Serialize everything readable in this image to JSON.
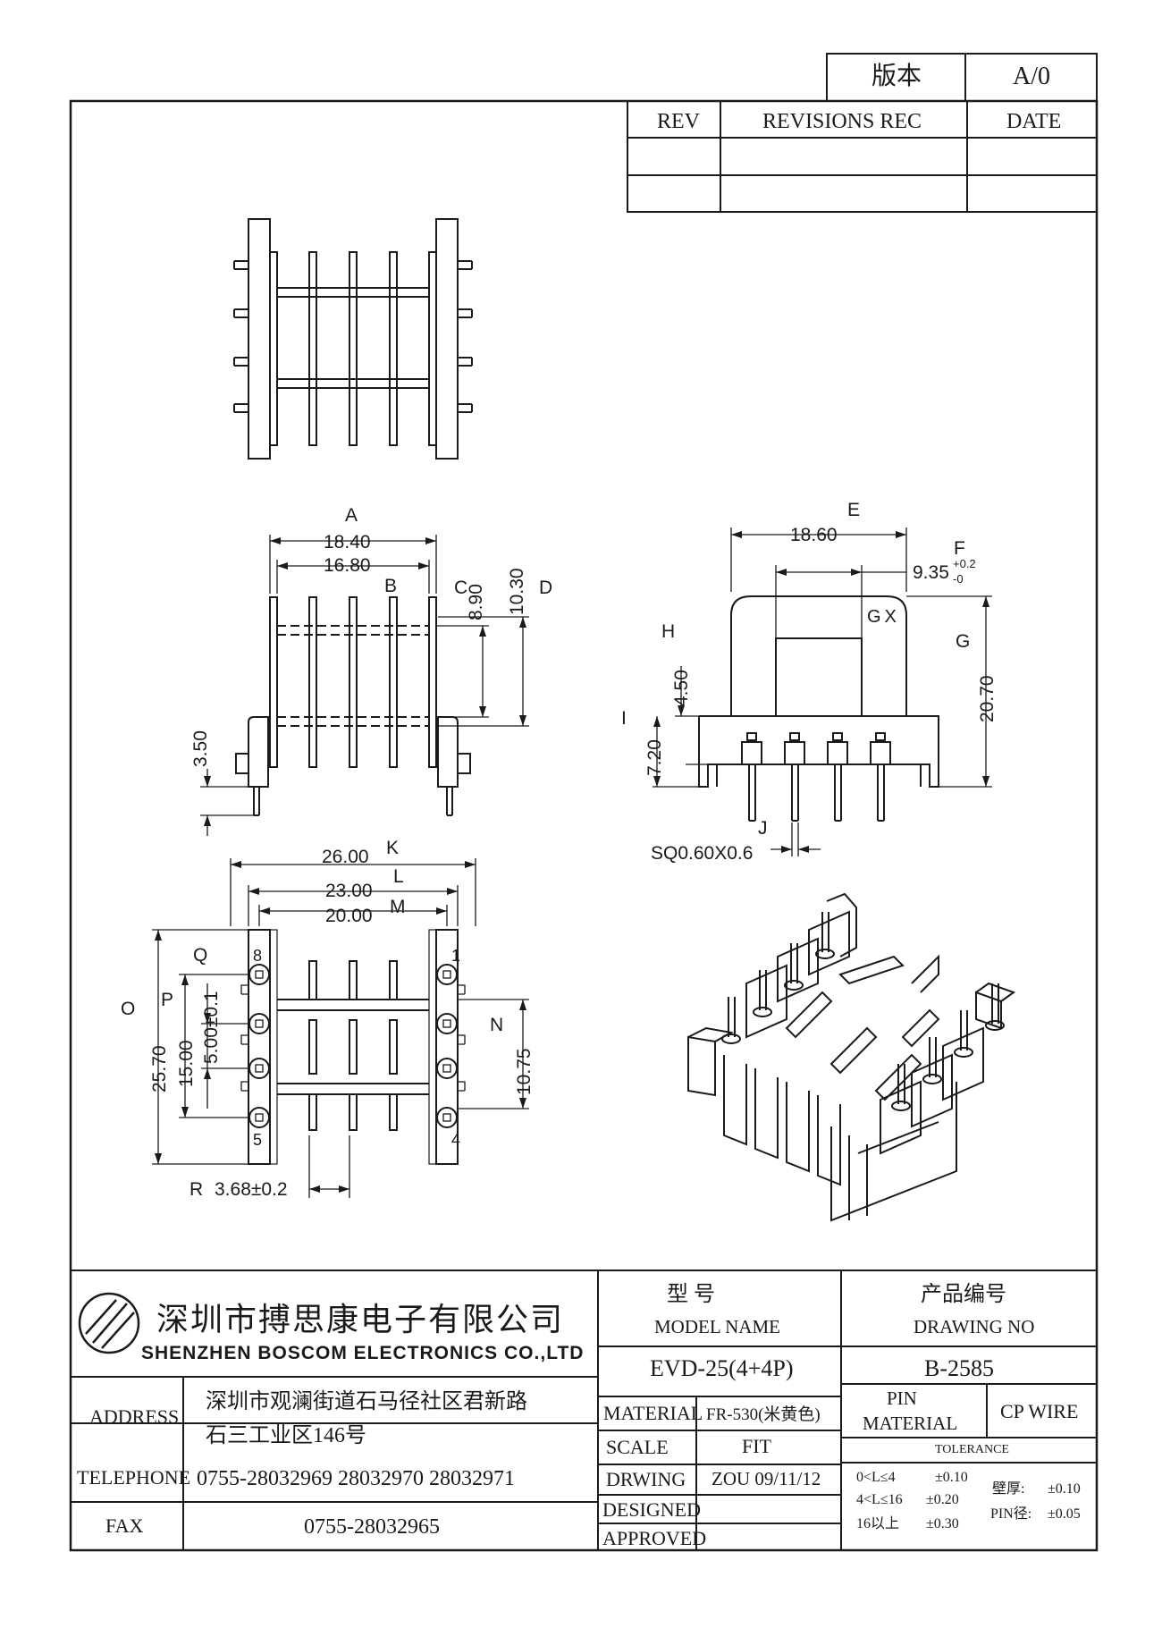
{
  "version_box": {
    "label": "版本",
    "value": "A/0"
  },
  "revision_table": {
    "rev_header": "REV",
    "revisions_header": "REVISIONS REC",
    "date_header": "DATE"
  },
  "callouts": {
    "A": "A",
    "B": "B",
    "C": "C",
    "D": "D",
    "E": "E",
    "F": "F",
    "G": "G",
    "H": "H",
    "I": "I",
    "J": "J",
    "K": "K",
    "L": "L",
    "M": "M",
    "N": "N",
    "O": "O",
    "P": "P",
    "Q": "Q",
    "R": "R"
  },
  "dimensions": {
    "A": "18.40",
    "B": "16.80",
    "C": "8.90",
    "D": "10.30",
    "side_pin": "3.50",
    "E": "18.60",
    "F": "9.35",
    "G": "20.70",
    "H": "4.50",
    "I": "7.20",
    "J": "SQ0.60X0.6",
    "K": "26.00",
    "L": "23.00",
    "M": "20.00",
    "N": "10.75",
    "O": "25.70",
    "P": "15.00",
    "Q": "5.00±0.1",
    "R": "3.68±0.2",
    "tol_plus": "+0.2",
    "tol_minus": "-0"
  },
  "front_view_marking": "GX",
  "pin_numbers": {
    "p8": "8",
    "p1": "1",
    "p5": "5",
    "p4": "4"
  },
  "title_block": {
    "company_cn": "深圳市搏思康电子有限公司",
    "company_en": "SHENZHEN BOSCOM ELECTRONICS CO.,LTD",
    "address_label": "ADDRESS",
    "address_line1": "深圳市观澜街道石马径社区君新路",
    "address_line2": "石三工业区146号",
    "telephone_label": "TELEPHONE",
    "telephone": "0755-28032969 28032970 28032971",
    "fax_label": "FAX",
    "fax": "0755-28032965",
    "model_name_cn": "型    号",
    "model_name_en": "MODEL NAME",
    "model": "EVD-25(4+4P)",
    "drawing_no_cn": "产品编号",
    "drawing_no_en": "DRAWING NO",
    "drawing_no": "B-2585",
    "material_label": "MATERIAL",
    "material": "FR-530(米黄色)",
    "pin_material_label_1": "PIN",
    "pin_material_label_2": "MATERIAL",
    "pin_material": "CP WIRE",
    "scale_label": "SCALE",
    "scale": "FIT",
    "drawing_label": "DRWING",
    "drawn_by": "ZOU 09/11/12",
    "designed_label": "DESIGNED",
    "approved_label": "APPROVED",
    "tolerance_label": "TOLERANCE",
    "tol_row1_range": "0<L≤4",
    "tol_row1_val": "±0.10",
    "tol_row2_range": "4<L≤16",
    "tol_row2_val": "±0.20",
    "tol_row3_range": "16以上",
    "tol_row3_val": "±0.30",
    "wall_label": "壁厚:",
    "wall_val": "±0.10",
    "pin_dia_label": "PIN径:",
    "pin_dia_val": "±0.05"
  }
}
